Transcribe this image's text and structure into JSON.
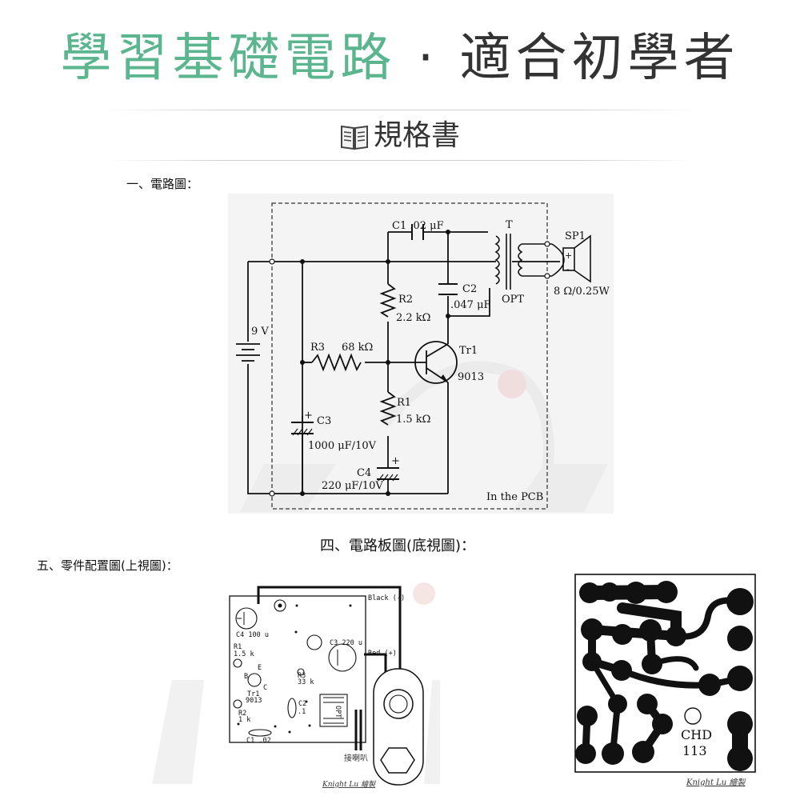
{
  "title": {
    "main": "學習基礎電路",
    "separator": " · ",
    "sub": "適合初學者"
  },
  "spec_heading": "規格書",
  "sections": {
    "s1": "一、電路圖：",
    "s4": "四、電路板圖(底視圖)：",
    "s5": "五、零件配置圖(上視圖)："
  },
  "schematic": {
    "c1": "C1  .02 μF",
    "t": "T",
    "sp1": "SP1",
    "c2": "C2",
    "c2_val": ".047 μF",
    "opt": "OPT",
    "speaker": "8 Ω/0.25W",
    "r2": "R2",
    "r2_val": "2.2 kΩ",
    "batt": "9 V",
    "r3": "R3",
    "r3_val": "68 kΩ",
    "tr1": "Tr1",
    "tr1_val": "9013",
    "r1": "R1",
    "r1_val": "1.5 kΩ",
    "c3": "C3",
    "c3_val": "1000 μF/10V",
    "c4": "C4",
    "c4_val": "220 μF/10V",
    "pcb_note": "In the PCB",
    "plus": "+",
    "minus": "-"
  },
  "layout": {
    "black": "Black (-)",
    "red": "Red (+)",
    "c4": "C4  100 u",
    "r1": "R1",
    "r1_val": "1.5 k",
    "e": "E",
    "b": "B",
    "c": "C",
    "tr1": "Tr1",
    "tr1_val": "9013",
    "r2": "R2",
    "r2_val": "1 k",
    "c1": "C1 .02",
    "c3": "C3  220 u",
    "r3": "R3",
    "r3_val": "33 k",
    "c2": "C2",
    "c2_val": ".1",
    "opt": "OPT",
    "speaker_label": "接喇叭",
    "credit": "Knight Lu 繪製"
  },
  "pcb": {
    "chd": "CHD",
    "num": "113",
    "credit": "Knight Lu 繪製"
  }
}
